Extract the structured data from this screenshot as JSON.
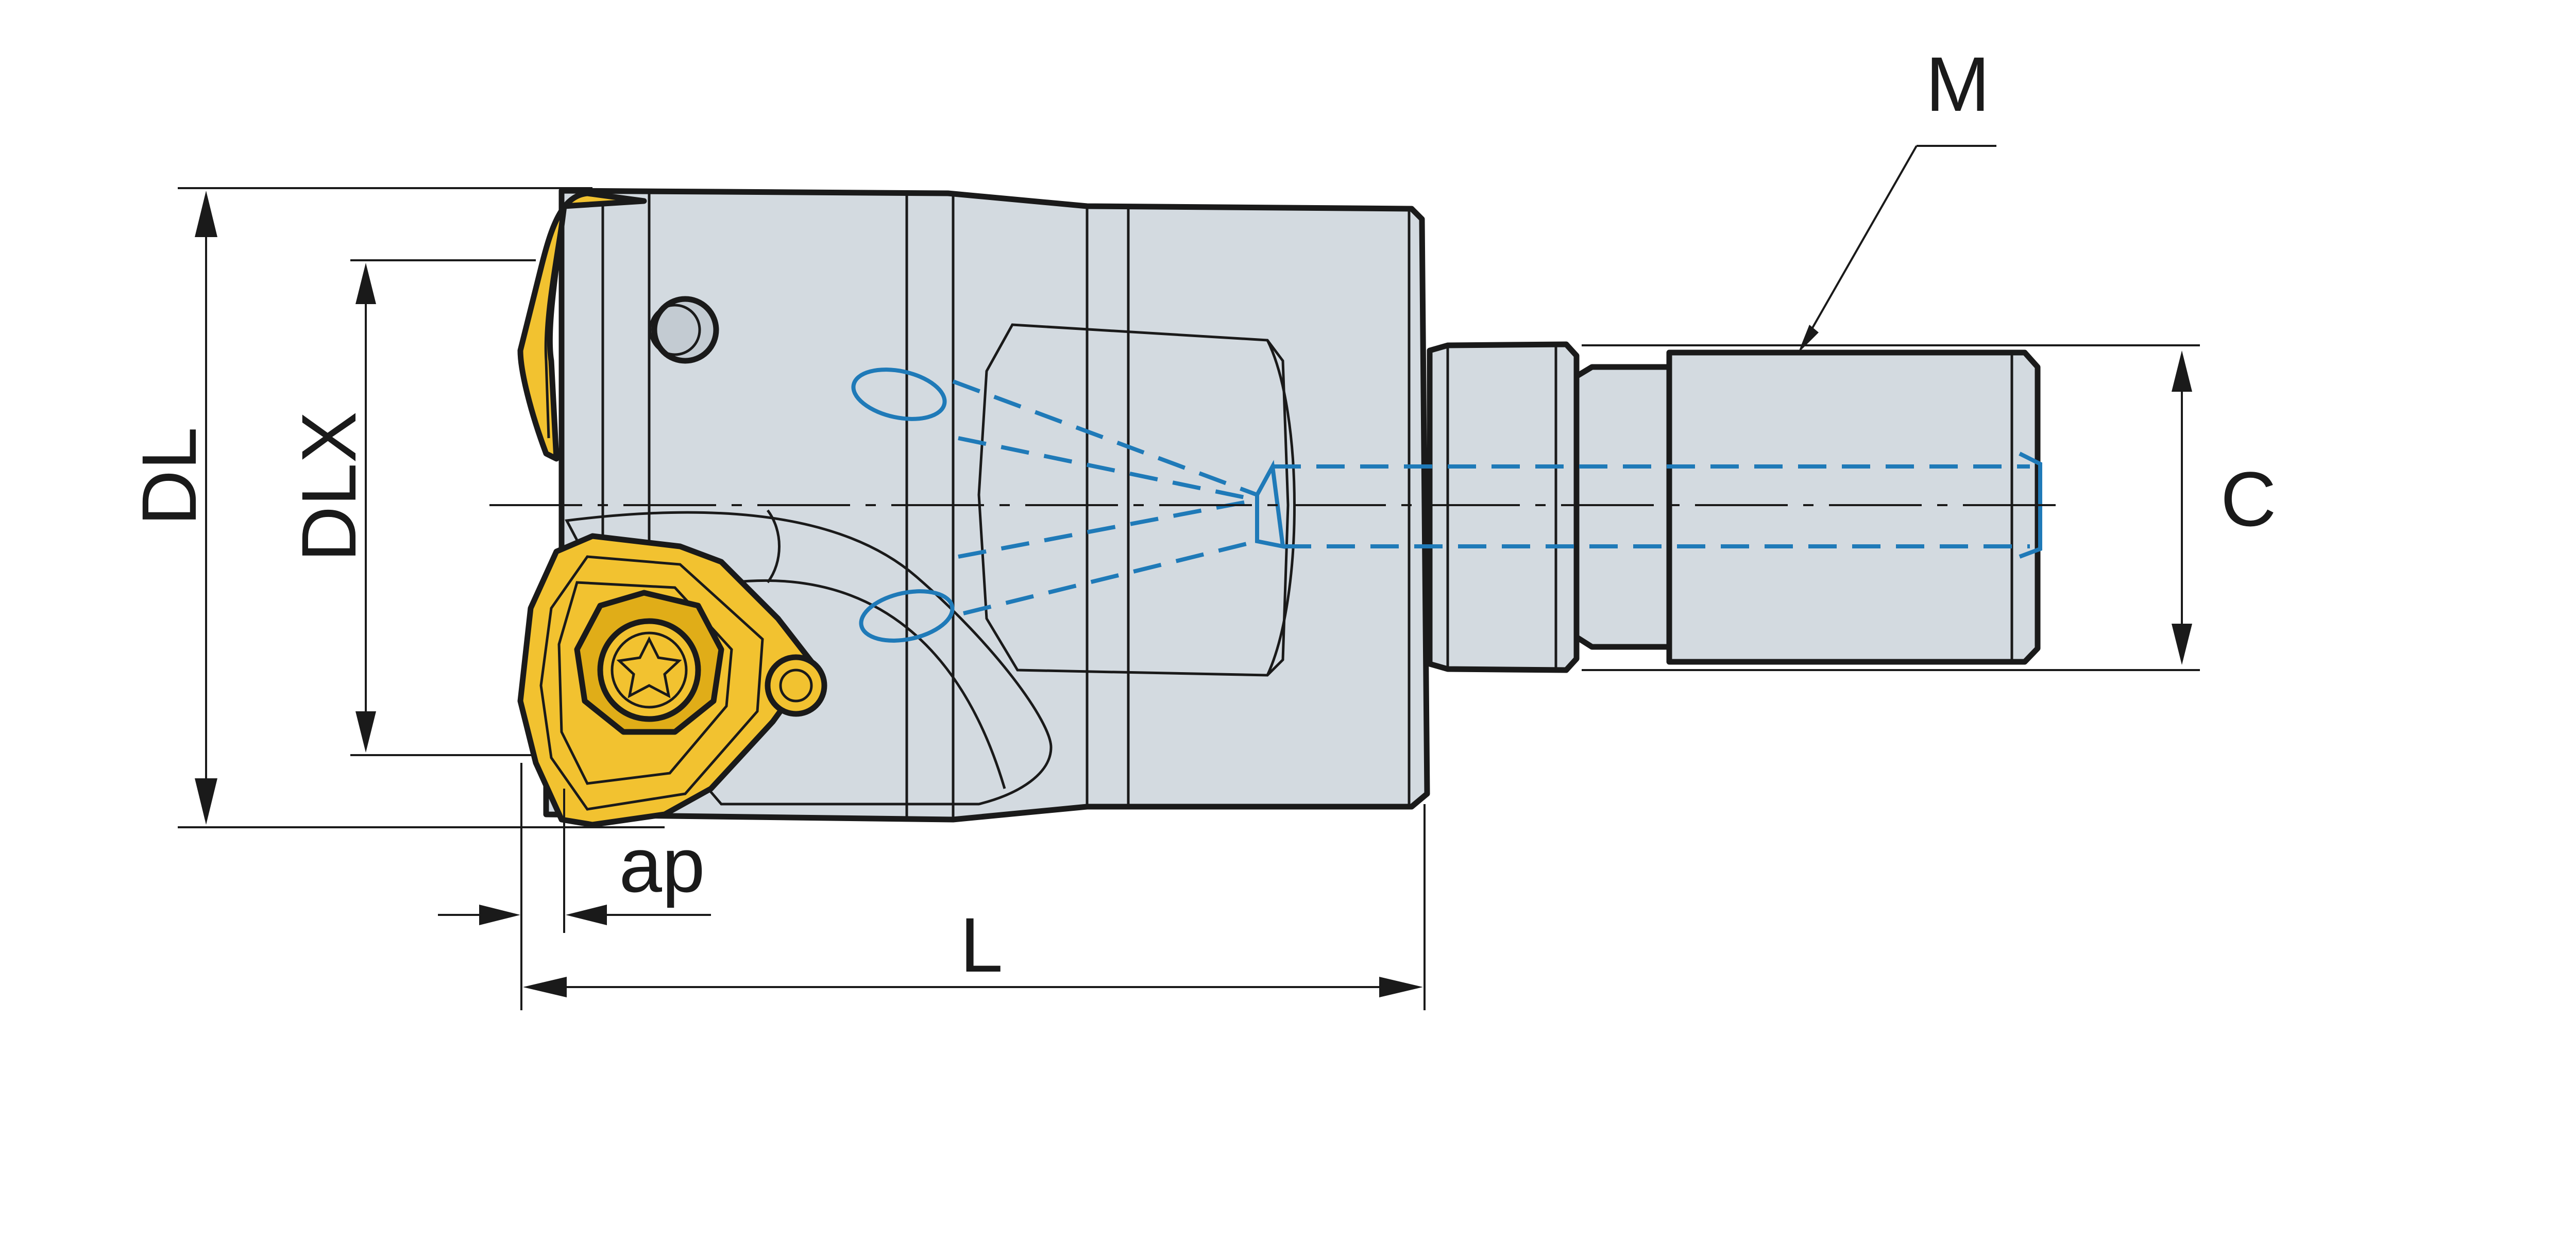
{
  "drawing": {
    "colors": {
      "body": "#d3dae0",
      "body_shade": "#bcc5cc",
      "insert": "#f2c230",
      "insert_dark": "#c58f00",
      "outline": "#1a1a1a",
      "coolant": "#1f7ab8"
    },
    "labels": {
      "M": "M",
      "C": "C",
      "DL": "DL",
      "DLX": "DLX",
      "ap": "ap",
      "L": "L"
    }
  }
}
